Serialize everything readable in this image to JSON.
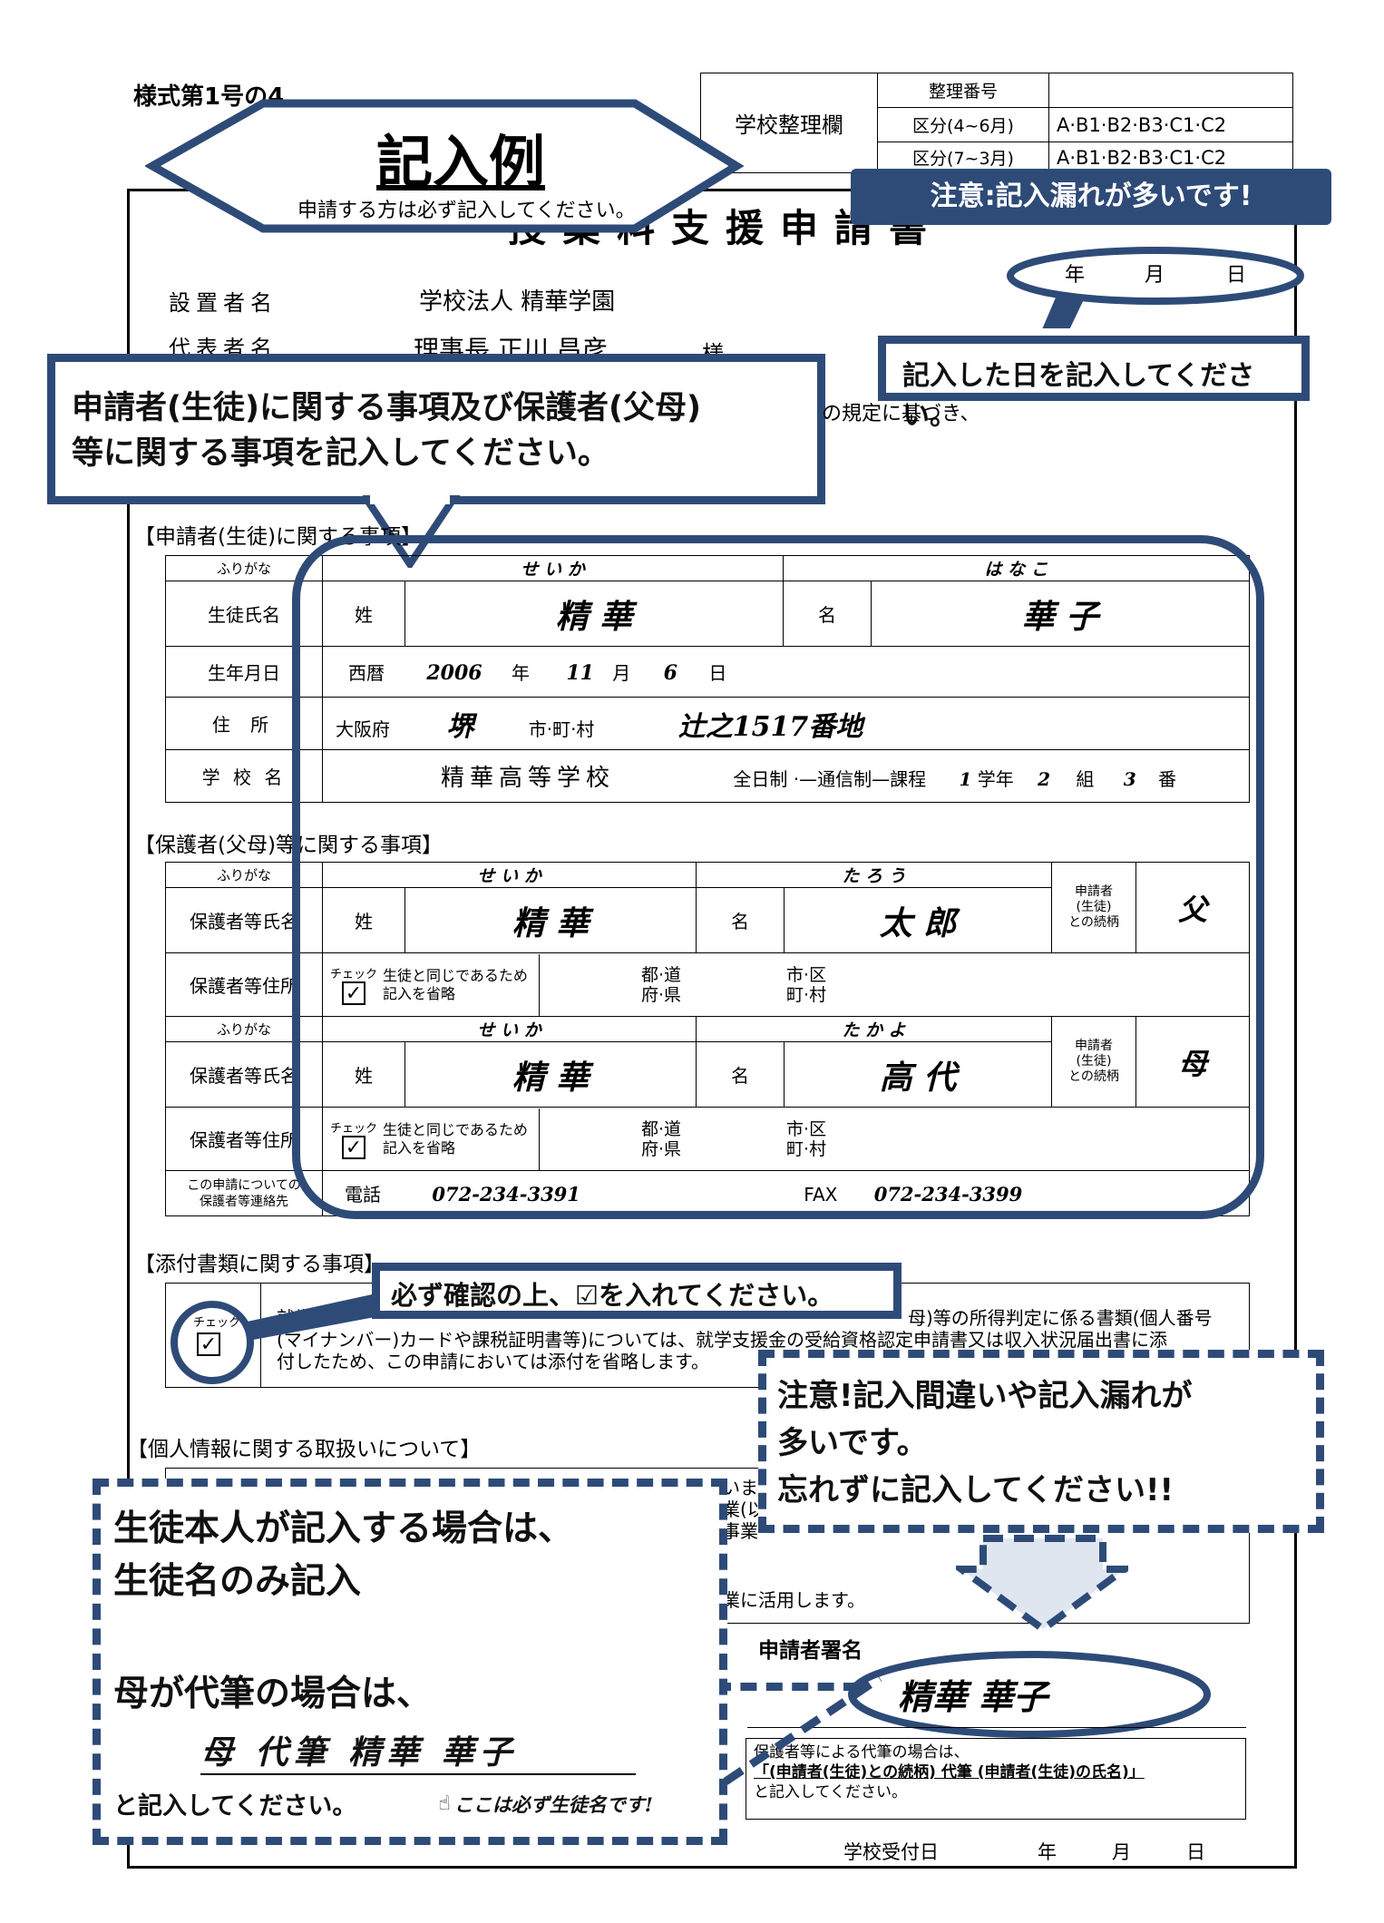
{
  "form_number": "様式第1号の4",
  "school_box": {
    "label": "学校整理欄",
    "rows": [
      {
        "label": "整理番号",
        "value": ""
      },
      {
        "label": "区分(4~6月)",
        "value": "A·B1·B2·B3·C1·C2"
      },
      {
        "label": "区分(7~3月)",
        "value": "A·B1·B2·B3·C1·C2"
      }
    ]
  },
  "example_banner": {
    "title": "記入例",
    "subtitle": "申請する方は必ず記入してください。"
  },
  "ribbon_warning": "注意:記入漏れが多いです!",
  "form_title": "授業料支援申請書",
  "date_fields": {
    "year": "年",
    "month": "月",
    "day": "日"
  },
  "date_callout": "記入した日を記入してください。",
  "founder": {
    "label": "設置者名",
    "value": "学校法人 精華学園"
  },
  "representative": {
    "label": "代表者名",
    "value": "理事長 正川 昌彦",
    "honorific": "様"
  },
  "intro_fragment": "の規定に基づき、",
  "applicant_callout": [
    "申請者(生徒)に関する事項及び保護者(父母)",
    "等に関する事項を記入してください。"
  ],
  "student_section": {
    "heading": "【申請者(生徒)に関する事項】",
    "furigana_label": "ふりがな",
    "furigana_sei": "せ い か",
    "furigana_mei": "は な こ",
    "name_label": "生徒氏名",
    "sei_label": "姓",
    "sei": "精 華",
    "mei_label": "名",
    "mei": "華 子",
    "birth_label": "生年月日",
    "era": "西暦",
    "birth_year": "2006",
    "year_unit": "年",
    "birth_month": "11",
    "month_unit": "月",
    "birth_day": "6",
    "day_unit": "日",
    "address_label": "住 所",
    "prefecture": "大阪府",
    "city": "堺",
    "city_unit": "市·町·村",
    "street": "辻之1517番地",
    "school_label": "学 校 名",
    "school_name": "精華高等学校",
    "course": "全日制 ·—通信制—課程",
    "grade": "1",
    "grade_unit": "学年",
    "class": "2",
    "class_unit": "組",
    "number": "3",
    "number_unit": "番"
  },
  "guardian_section": {
    "heading": "【保護者(父母)等に関する事項】",
    "guardians": [
      {
        "furigana_sei": "せ い か",
        "furigana_mei": "た ろ う",
        "sei": "精 華",
        "mei": "太 郎",
        "relation": "父"
      },
      {
        "furigana_sei": "せ い か",
        "furigana_mei": "た か よ",
        "sei": "精 華",
        "mei": "高 代",
        "relation": "母"
      }
    ],
    "furigana_label": "ふりがな",
    "name_label": "保護者等氏名",
    "address_label": "保護者等住所",
    "sei_label": "姓",
    "mei_label": "名",
    "relation_label": [
      "申請者",
      "(生徒)",
      "との続柄"
    ],
    "check_label": "チェック",
    "same_note": [
      "生徒と同じであるため",
      "記入を省略"
    ],
    "pref_unit": [
      "都·道",
      "府·県"
    ],
    "city_unit": [
      "市·区",
      "町·村"
    ],
    "contact_label": [
      "この申請についての",
      "保護者等連絡先"
    ],
    "tel_label": "電話",
    "tel": "072-234-3391",
    "fax_label": "FAX",
    "fax": "072-234-3399"
  },
  "attachment_section": {
    "heading": "【添付書類に関する事項】",
    "check_label": "チェック",
    "text_line1_start": "就学",
    "text_line1_end": "母)等の所得判定に係る書類(個人番号",
    "text_line2": "(マイナンバー)カードや課税証明書等)については、就学支援金の受給資格認定申請書又は収入状況届出書に添",
    "text_line3": "付したため、この申請においては添付を省略します。"
  },
  "check_callout": "必ず確認の上、☑を入れてください。",
  "privacy_section": {
    "heading": "【個人情報に関する取扱いについて】",
    "frag1": "いま",
    "frag2": "業(以",
    "frag3": "事業",
    "frag4": "業に活用します。"
  },
  "warning_callout": [
    "注意!記入間違いや記入漏れが",
    "多いです。",
    "忘れずに記入してください!!"
  ],
  "signature": {
    "label": "申請者署名",
    "value": "精華 華子"
  },
  "proxy_note": {
    "line1": "保護者等による代筆の場合は、",
    "line2": "「(申請者(生徒)との続柄) 代筆 (申請者(生徒)の氏名)」",
    "line3": "と記入してください。"
  },
  "student_callout": {
    "line1": "生徒本人が記入する場合は、",
    "line2": "生徒名のみ記入",
    "line3": "母が代筆の場合は、",
    "example": "母 代筆 精華 華子",
    "line4": "と記入してください。",
    "note": "ここは必ず生徒名です!"
  },
  "receipt": {
    "label": "学校受付日",
    "year": "年",
    "month": "月",
    "day": "日"
  },
  "colors": {
    "callout_border": "#2e4b78",
    "ribbon_bg": "#2e4b78"
  }
}
